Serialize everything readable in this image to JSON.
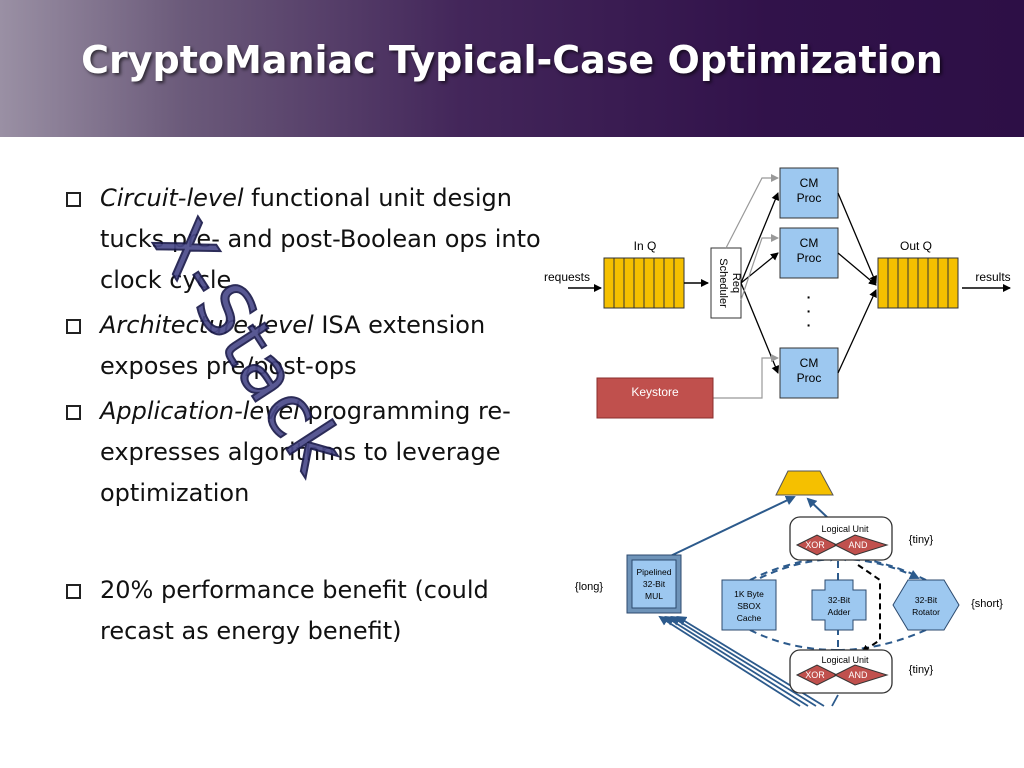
{
  "title": "CryptoManiac Typical-Case Optimization",
  "overlay_text": "X-Stack",
  "bullets": [
    {
      "italic": "Circuit-level",
      "rest": " functional unit design tucks pre- and post-Boolean ops into clock cycle"
    },
    {
      "italic": "Architecture-level",
      "rest": " ISA extension exposes pre/post-ops"
    },
    {
      "italic": "Application-level",
      "rest": " programming re-expresses algorithms to leverage optimization"
    },
    {
      "italic": "",
      "rest": "20% performance benefit (could recast as energy benefit)"
    }
  ],
  "top_diagram": {
    "requests_label": "requests",
    "results_label": "results",
    "in_q_label": "In Q",
    "out_q_label": "Out Q",
    "scheduler_label_1": "Req",
    "scheduler_label_2": "Scheduler",
    "proc_label_1": "CM",
    "proc_label_2": "Proc",
    "dots": "·",
    "keystore_label": "Keystore",
    "queue_color": "#f5c000",
    "proc_color": "#9dc8f0",
    "keystore_color": "#c0504d"
  },
  "bottom_diagram": {
    "logical_unit_label": "Logical Unit",
    "xor_label": "XOR",
    "and_label": "AND",
    "tiny_label": "{tiny}",
    "long_label": "{long}",
    "short_label": "{short}",
    "mul_label": [
      "Pipelined",
      "32-Bit",
      "MUL"
    ],
    "sbox_label": [
      "1K Byte",
      "SBOX",
      "Cache"
    ],
    "adder_label": [
      "32-Bit",
      "Adder"
    ],
    "rotator_label": [
      "32-Bit",
      "Rotator"
    ],
    "mux_color": "#f5c000",
    "unit_color": "#9dc8f0",
    "op_color": "#c0504d"
  }
}
